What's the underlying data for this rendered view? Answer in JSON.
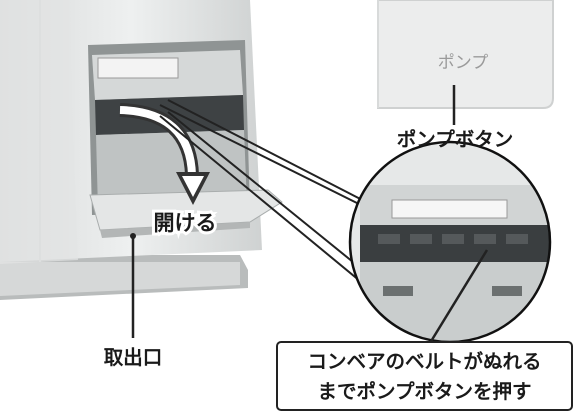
{
  "labels": {
    "pump_panel_text": "ポンプ",
    "pump_button": "ポンプボタン",
    "open_action": "開ける",
    "outlet": "取出口",
    "instruction_line1": "コンベアのベルトがぬれる",
    "instruction_line2": "までポンプボタンを押す"
  },
  "colors": {
    "arrow": "#333333",
    "text": "#1a1a1a",
    "machine_body": "#e6e8e8",
    "pump_panel": "#eceded"
  }
}
